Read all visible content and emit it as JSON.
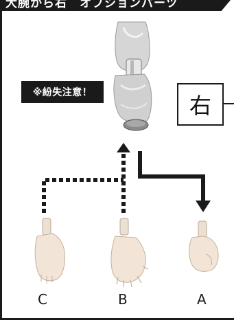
{
  "header": {
    "text": "大腕から右　オプションパーツ"
  },
  "warning": {
    "label": "※紛失注意！"
  },
  "side": {
    "label": "右"
  },
  "parts": [
    {
      "letter": "C"
    },
    {
      "letter": "B"
    },
    {
      "letter": "A"
    }
  ],
  "colors": {
    "ink": "#1a1a1a",
    "skin": "#f2e4d6",
    "suit": "#cfcfcf"
  }
}
